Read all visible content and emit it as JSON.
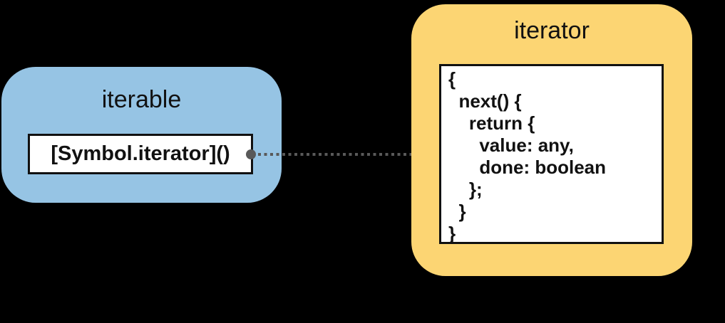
{
  "colors": {
    "background": "#000000",
    "iterable_fill": "#96c4e4",
    "iterator_fill": "#fcd573",
    "box_border": "#111111",
    "text": "#111111",
    "arrow": "#595959"
  },
  "iterable": {
    "title": "iterable",
    "method_label": "[Symbol.iterator]()"
  },
  "iterator": {
    "title": "iterator",
    "code_lines": [
      "{",
      "  next() {",
      "    return {",
      "      value: any,",
      "      done: boolean",
      "    };",
      "  }",
      "}"
    ]
  }
}
